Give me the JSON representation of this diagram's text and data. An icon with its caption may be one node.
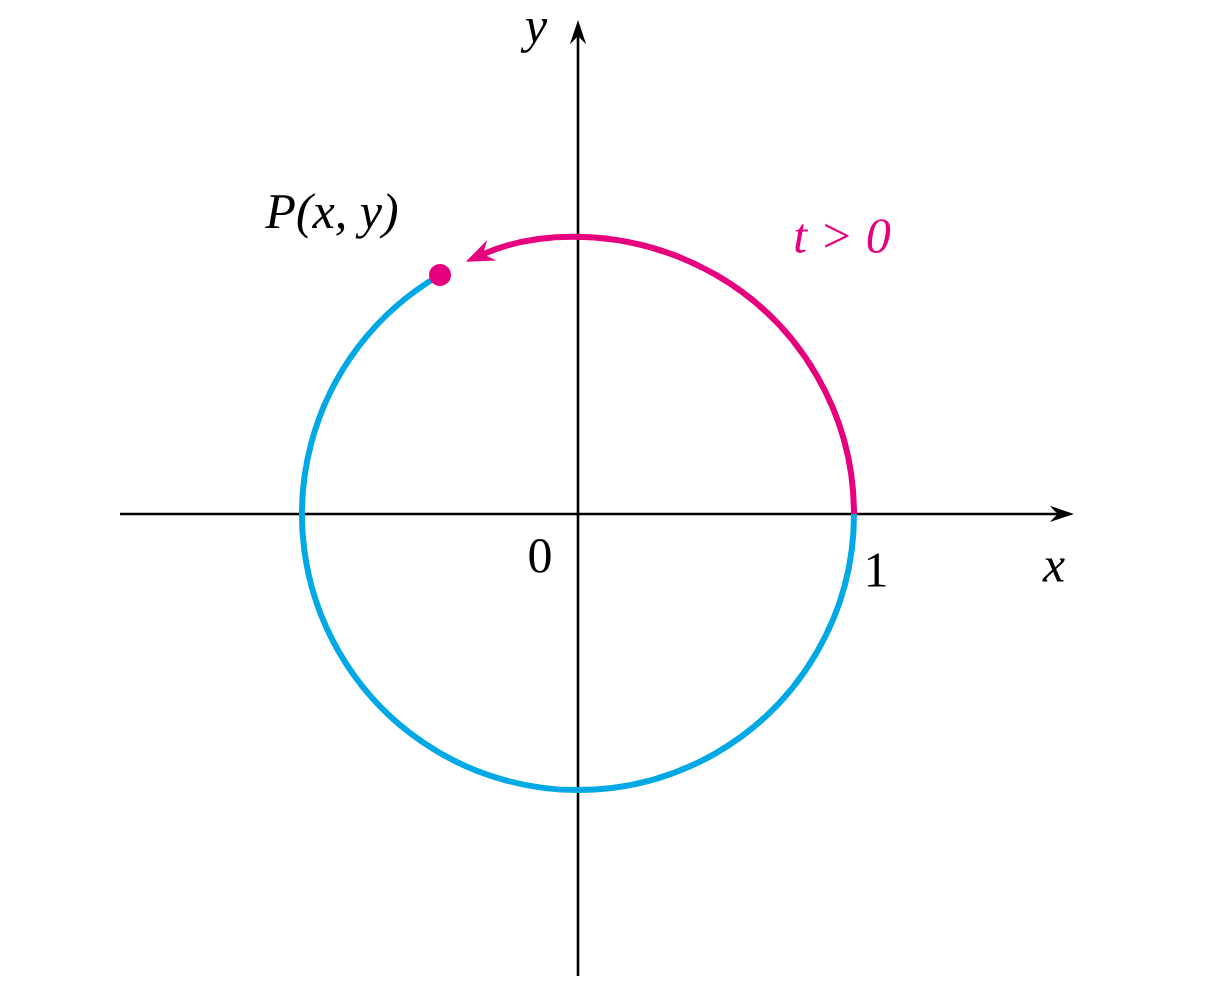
{
  "diagram": {
    "labels": [
      "y",
      "P(x, y)",
      "t > 0",
      "0",
      "1",
      "x"
    ]
  }
}
